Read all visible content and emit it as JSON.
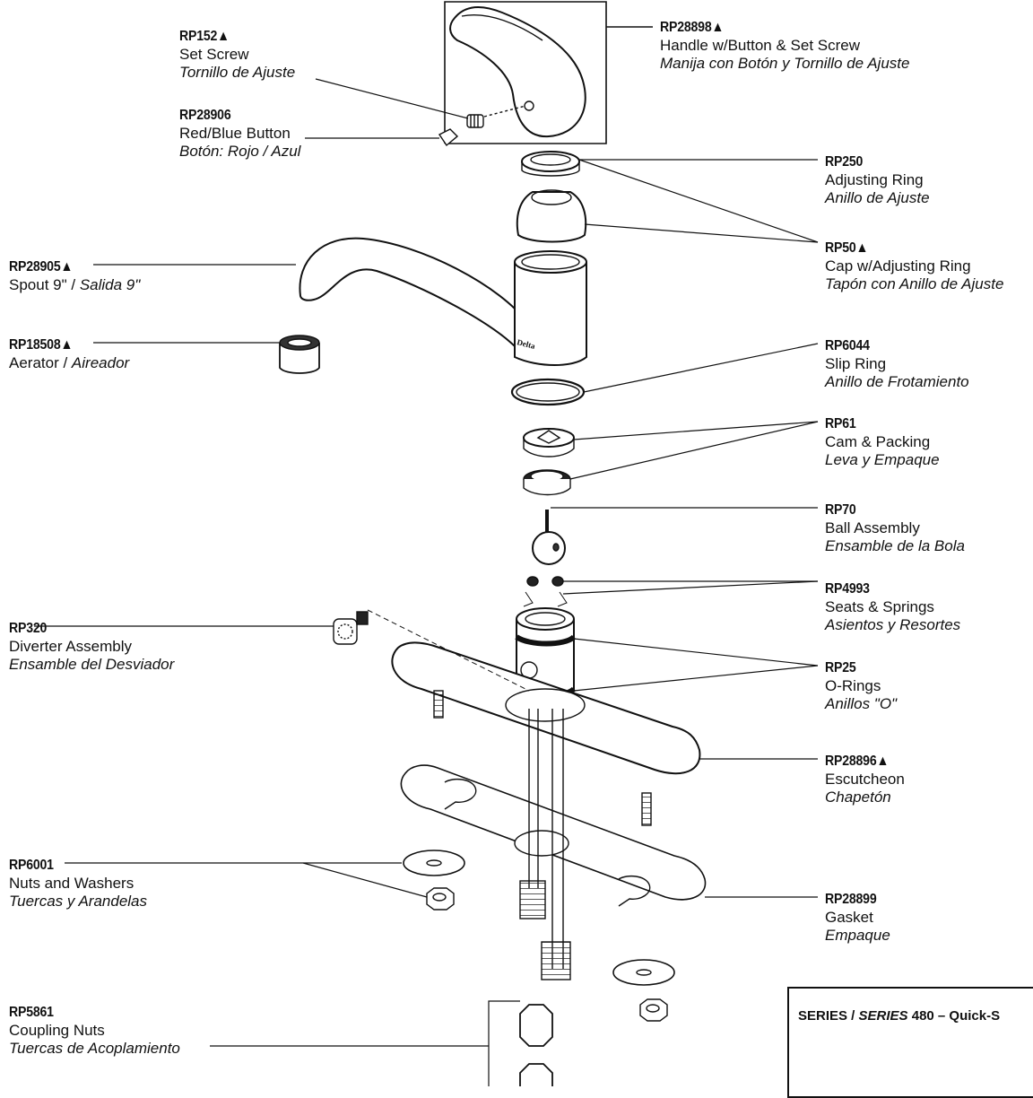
{
  "parts": {
    "set_screw": {
      "number": "RP152▲",
      "en": "Set Screw",
      "es": "Tornillo de Ajuste"
    },
    "button": {
      "number": "RP28906",
      "en": "Red/Blue Button",
      "es": "Botón: Rojo / Azul"
    },
    "handle": {
      "number": "RP28898▲",
      "en": "Handle w/Button & Set Screw",
      "es": "Manija con Botón y Tornillo de Ajuste"
    },
    "adjusting_ring": {
      "number": "RP250",
      "en": "Adjusting Ring",
      "es": "Anillo de Ajuste"
    },
    "cap": {
      "number": "RP50▲",
      "en": "Cap w/Adjusting Ring",
      "es": "Tapón con Anillo de Ajuste"
    },
    "spout": {
      "number": "RP28905▲",
      "en": "Spout 9\" / ",
      "es": "Salida 9\""
    },
    "aerator": {
      "number": "RP18508▲",
      "en": "Aerator / ",
      "es": "Aireador"
    },
    "slip_ring": {
      "number": "RP6044",
      "en": "Slip Ring",
      "es": "Anillo de Frotamiento"
    },
    "cam_packing": {
      "number": "RP61",
      "en": "Cam & Packing",
      "es": "Leva y Empaque"
    },
    "ball_assembly": {
      "number": "RP70",
      "en": "Ball Assembly",
      "es": "Ensamble de la Bola"
    },
    "seats_springs": {
      "number": "RP4993",
      "en": "Seats & Springs",
      "es": "Asientos y Resortes"
    },
    "diverter": {
      "number": "RP320",
      "en": "Diverter Assembly",
      "es": "Ensamble del Desviador"
    },
    "o_rings": {
      "number": "RP25",
      "en": "O-Rings",
      "es": "Anillos \"O\""
    },
    "escutcheon": {
      "number": "RP28896▲",
      "en": "Escutcheon",
      "es": "Chapetón"
    },
    "nuts_washers": {
      "number": "RP6001",
      "en": "Nuts and Washers",
      "es": "Tuercas y Arandelas"
    },
    "gasket": {
      "number": "RP28899",
      "en": "Gasket",
      "es": "Empaque"
    },
    "coupling_nuts": {
      "number": "RP5861",
      "en": "Coupling Nuts",
      "es": "Tuercas de Acoplamiento"
    }
  },
  "series": {
    "prefix": "SERIES / ",
    "italic": "SERIES",
    "rest": " 480 – Quick-S"
  },
  "brand_mark": "Delta"
}
